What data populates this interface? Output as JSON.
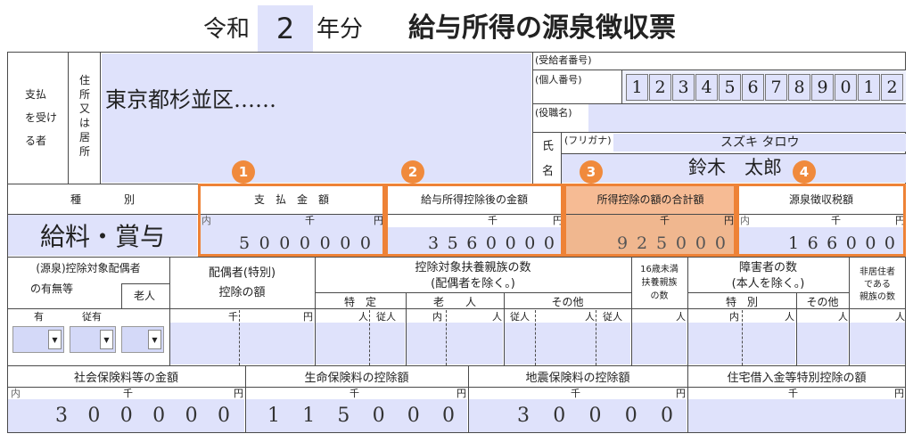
{
  "header": {
    "era": "令和",
    "year": "2",
    "year_suffix": "年分",
    "title": "給与所得の源泉徴収票"
  },
  "recipient": {
    "label_lines": [
      "支払",
      "を受け",
      "る者"
    ],
    "address_label": "住所又は居所",
    "address": "東京都杉並区……",
    "recipient_number_label": "(受給者番号)",
    "personal_number_label": "(個人番号)",
    "personal_number": [
      "1",
      "2",
      "3",
      "4",
      "5",
      "6",
      "7",
      "8",
      "9",
      "0",
      "1",
      "2"
    ],
    "position_label": "(役職名)",
    "name_label_1": "氏",
    "name_label_2": "名",
    "furigana_label": "(フリガナ)",
    "furigana": "スズキ タロウ",
    "name": "鈴木　太郎"
  },
  "amounts": {
    "type_header": "種　　　　別",
    "type_value": "給料・賞与",
    "unit_uchi": "内",
    "unit_sen": "千",
    "unit_en": "円",
    "columns": [
      {
        "label": "支　払　金　額",
        "digits": "5000000",
        "badge": "1"
      },
      {
        "label": "給与所得控除後の金額",
        "digits": "3560000",
        "badge": "2"
      },
      {
        "label": "所得控除の額の合計額",
        "digits": "925000",
        "badge": "3"
      },
      {
        "label": "源泉徴収税額",
        "digits": "166000",
        "badge": "4"
      }
    ]
  },
  "deductions": {
    "spouse_line1": "(源泉)控除対象配偶者",
    "spouse_line2": "の有無等",
    "elder": "老人",
    "special_line1": "配偶者(特別)",
    "special_line2": "控除の額",
    "dependents_line1": "控除対象扶養親族の数",
    "dependents_line2": "(配偶者を除く。)",
    "tokutei": "特　定",
    "rojin": "老　　人",
    "sonota": "その他",
    "under16_lines": [
      "16歳未満",
      "扶養親族",
      "の数"
    ],
    "disabled_line1": "障害者の数",
    "disabled_line2": "(本人を除く。)",
    "tokubetsu": "特　別",
    "sonota2": "その他",
    "nonres_lines": [
      "非居住者",
      "である",
      "親族の数"
    ],
    "ari": "有",
    "juu_ari": "従有",
    "nin": "人",
    "juu_nin": "従人",
    "uchi": "内",
    "sen": "千",
    "en": "円"
  },
  "bottom": {
    "columns": [
      {
        "label": "社会保険料等の金額",
        "digits": "300000",
        "has_uchi": true
      },
      {
        "label": "生命保険料の控除額",
        "digits": "115000",
        "has_uchi": false
      },
      {
        "label": "地震保険料の控除額",
        "digits": "30000",
        "has_uchi": false
      },
      {
        "label": "住宅借入金等特別控除の額",
        "digits": "",
        "has_uchi": false
      }
    ],
    "uchi": "内",
    "sen": "千",
    "en": "円"
  }
}
